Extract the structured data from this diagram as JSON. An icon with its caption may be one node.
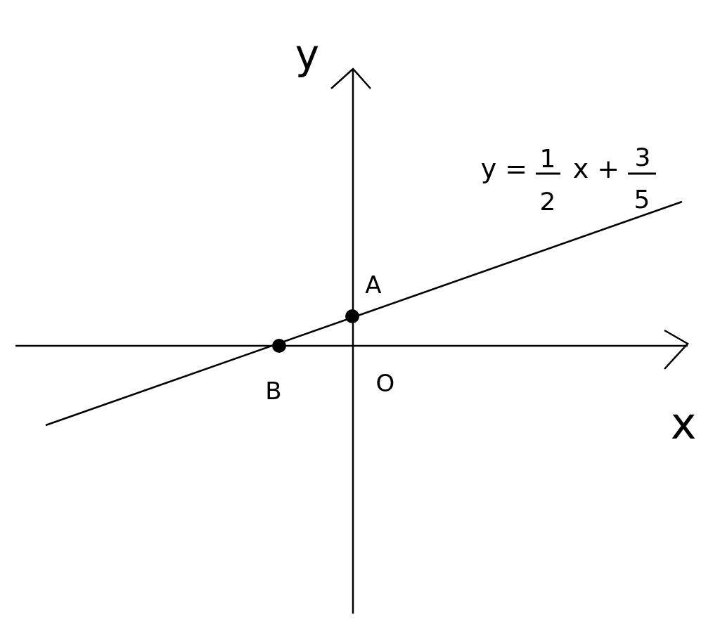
{
  "diagram": {
    "labels": [
      "y",
      "y =",
      "1",
      "2",
      "x +",
      "3",
      "5",
      "A",
      "B",
      "O",
      "x"
    ]
  }
}
